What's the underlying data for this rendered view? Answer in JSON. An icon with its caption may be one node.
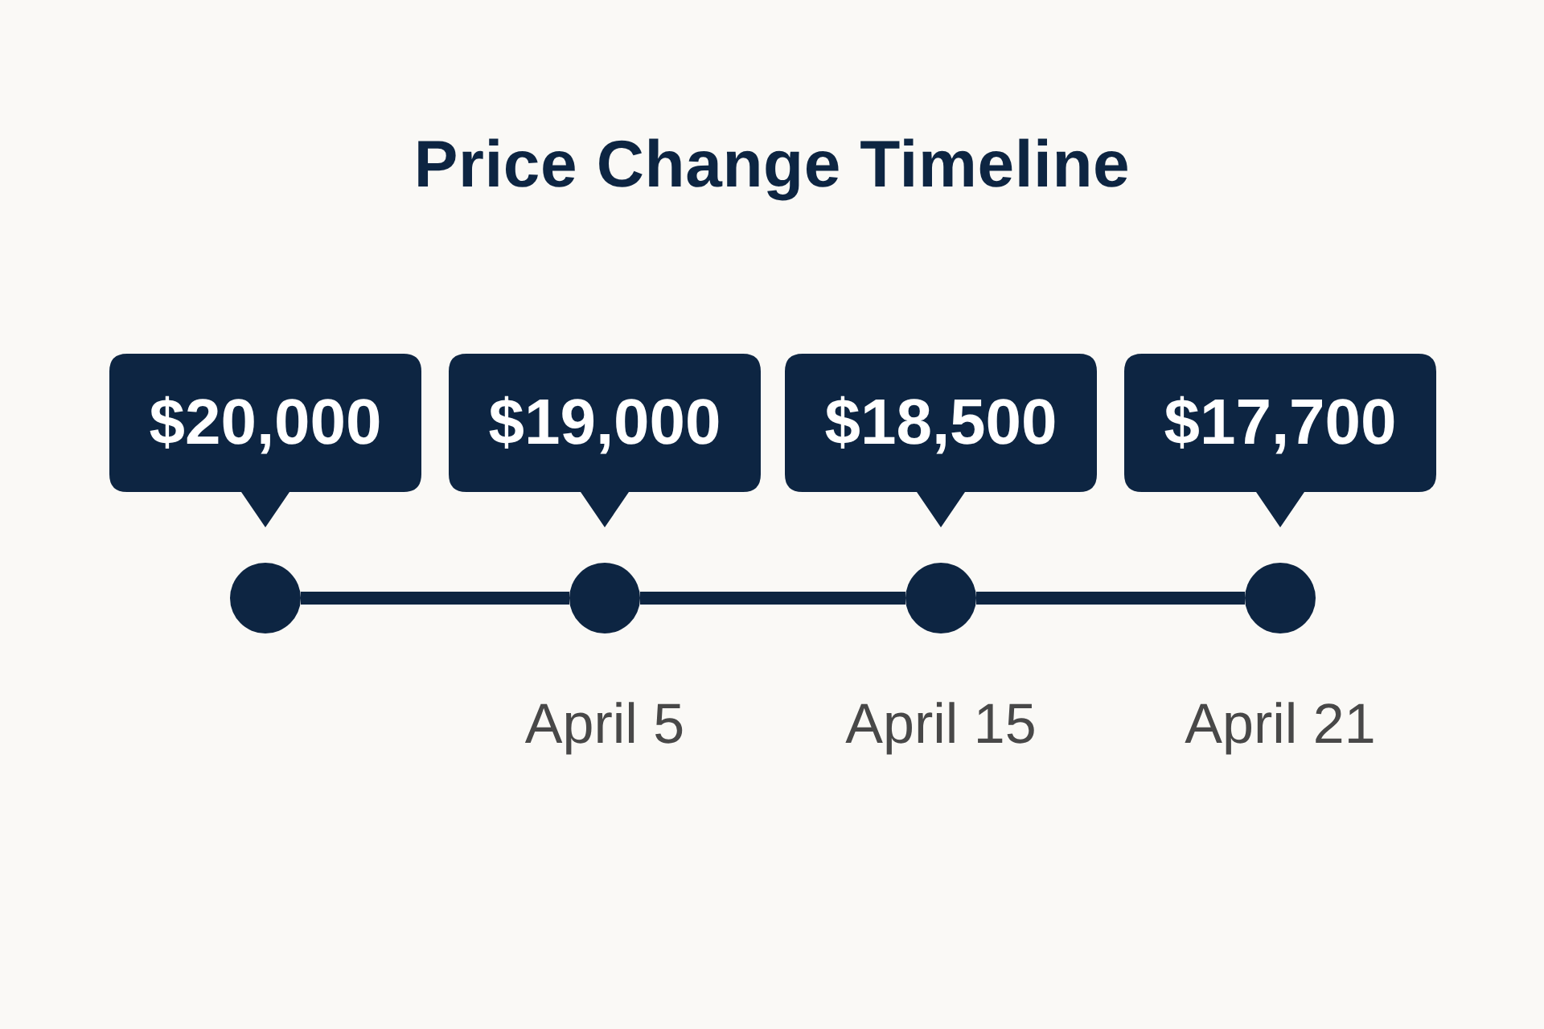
{
  "diagram": {
    "title": "Price Change Timeline",
    "nodes": [
      {
        "text": [
          "$20,000"
        ]
      },
      {
        "text": [
          "$19,000"
        ]
      },
      {
        "text": [
          "$18,500"
        ]
      },
      {
        "text": [
          "$17,700"
        ]
      },
      {
        "text": [],
        "shape": "circle"
      },
      {
        "text": [],
        "shape": "circle",
        "beside": [
          "April 5"
        ]
      },
      {
        "text": [],
        "shape": "circle",
        "beside": [
          "April 15"
        ]
      },
      {
        "text": [],
        "shape": "circle",
        "beside": [
          "April 21"
        ]
      }
    ],
    "edges": [
      {
        "from": 4,
        "to": 5,
        "arrow": "none"
      },
      {
        "from": 5,
        "to": 6,
        "arrow": "none"
      },
      {
        "from": 6,
        "to": 7,
        "arrow": "none"
      }
    ]
  }
}
